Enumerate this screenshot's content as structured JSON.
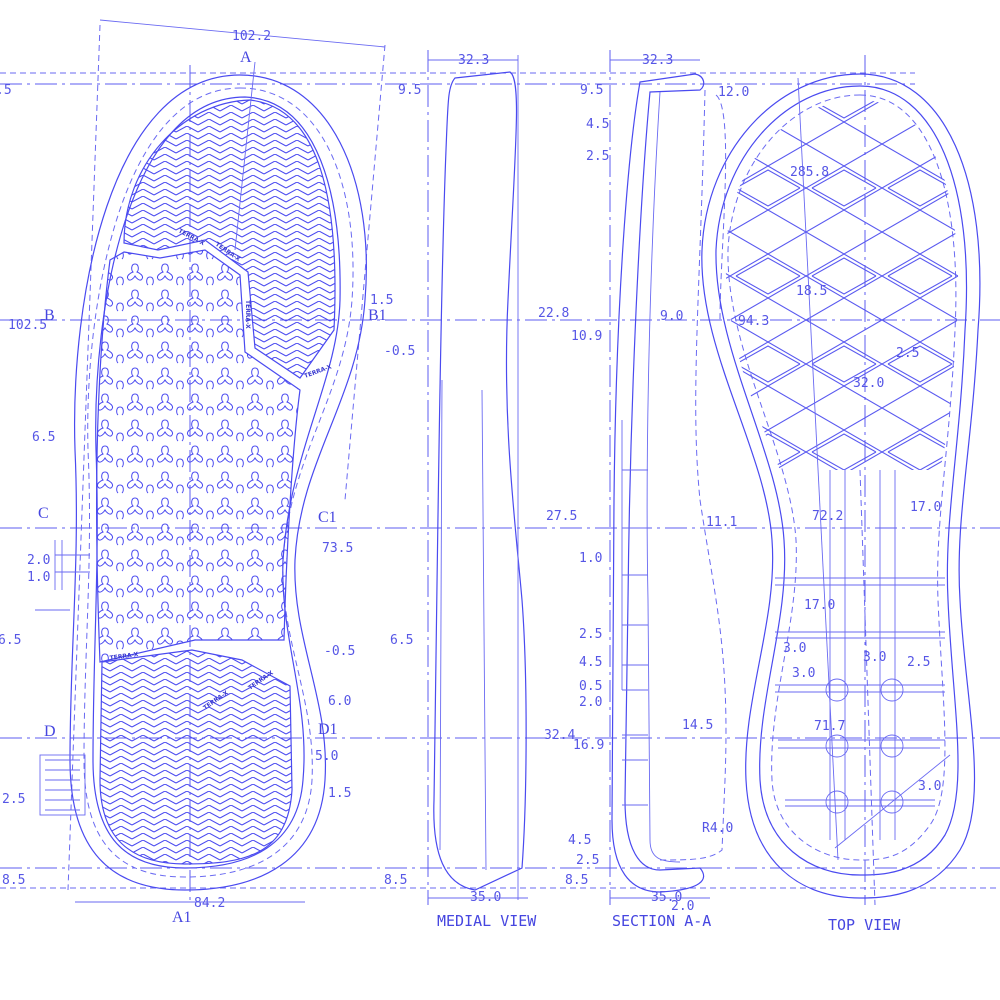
{
  "colors": {
    "line": "#4a4af0",
    "text": "#5656e6",
    "background": "#ffffff"
  },
  "logo_text": "TERRA-X",
  "views": {
    "bottom": {
      "section_marks": [
        "A",
        "A1",
        "B",
        "B1",
        "C",
        "C1",
        "D",
        "D1"
      ],
      "dims": [
        "102.2",
        ".5",
        "102.5",
        "1.5",
        "-0.5",
        "6.5",
        "73.5",
        "2.0",
        "1.0",
        "6.5",
        "-0.5",
        "6.0",
        "5.0",
        "2.5",
        "1.5",
        "8.5",
        "84.2"
      ]
    },
    "medial": {
      "title": "MEDIAL VIEW",
      "dims": [
        "32.3",
        "9.5",
        "22.8",
        "27.5",
        "6.5",
        "32.4",
        "8.5",
        "35.0"
      ]
    },
    "section": {
      "title": "SECTION A-A",
      "dims": [
        "32.3",
        "9.5",
        "12.0",
        "4.5",
        "2.5",
        "10.9",
        "9.0",
        "11.1",
        "1.0",
        "2.5",
        "4.5",
        "0.5",
        "2.0",
        "14.5",
        "16.9",
        "4.5",
        "2.5",
        "R4.0",
        "8.5",
        "35.0",
        "2.0"
      ]
    },
    "top": {
      "title": "TOP VIEW",
      "dims": [
        "285.8",
        "18.5",
        "94.3",
        "2.5",
        "32.0",
        "72.2",
        "17.0",
        "17.0",
        "3.0",
        "3.0",
        "2.5",
        "3.0",
        "71.7",
        "3.0"
      ]
    }
  }
}
